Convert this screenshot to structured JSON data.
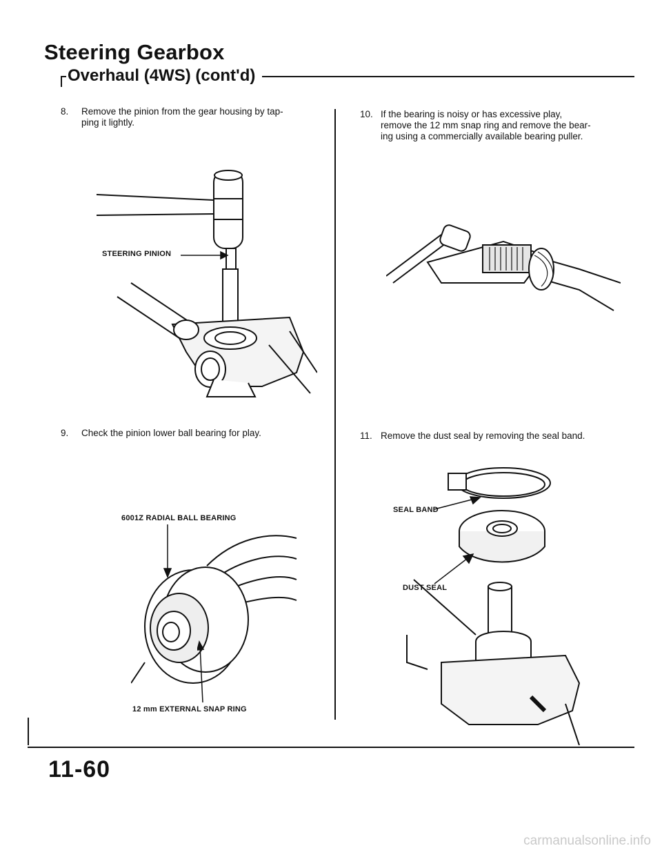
{
  "header": {
    "title": "Steering Gearbox",
    "section": "Overhaul (4WS) (cont'd)"
  },
  "steps": [
    {
      "num": "8.",
      "text_lines": [
        "Remove the pinion from the gear housing by tap-",
        "ping it lightly."
      ]
    },
    {
      "num": "9.",
      "text_lines": [
        "Check the pinion lower ball bearing for play."
      ]
    },
    {
      "num": "10.",
      "text_lines": [
        "If the bearing is noisy or has excessive play,",
        "remove the 12 mm snap ring and remove the bear-",
        "ing using a commercially available bearing puller."
      ]
    },
    {
      "num": "11.",
      "text_lines": [
        "Remove the dust seal by removing the seal band."
      ]
    }
  ],
  "figure_labels": {
    "steering_pinion": "STEERING PINION",
    "ball_bearing": "6001Z RADIAL BALL BEARING",
    "snap_ring": "12 mm EXTERNAL SNAP RING",
    "seal_band": "SEAL BAND",
    "dust_seal": "DUST SEAL"
  },
  "footer": {
    "page_number": "11-60",
    "watermark": "carmanualsonline.info"
  }
}
